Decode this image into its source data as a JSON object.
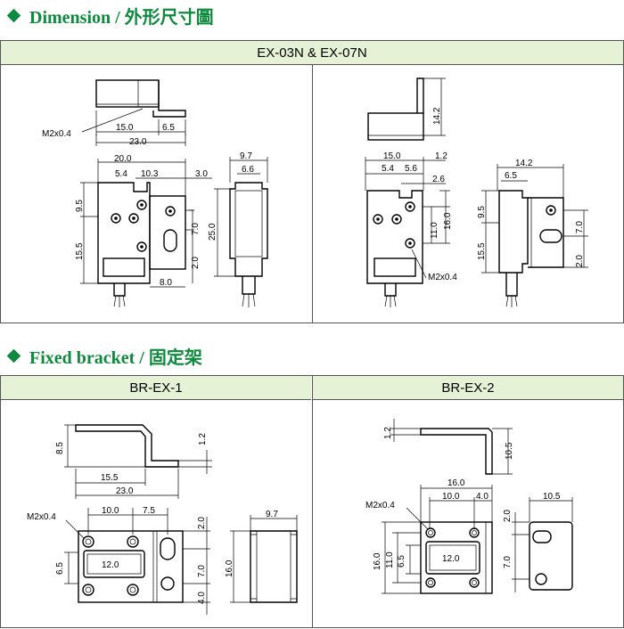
{
  "sections": {
    "dimension": {
      "title": "Dimension / 外形尺寸圖"
    },
    "bracket": {
      "title": "Fixed bracket / 固定架"
    }
  },
  "panels": {
    "ex": {
      "title": "EX-03N & EX-07N"
    },
    "br1": {
      "title": "BR-EX-1"
    },
    "br2": {
      "title": "BR-EX-2"
    }
  },
  "dims": {
    "ex_left": {
      "d15": "15.0",
      "d6_5": "6.5",
      "d23": "23.0",
      "m2": "M2x0.4",
      "d20": "20.0",
      "d5_4": "5.4",
      "d10_3": "10.3",
      "d3": "3.0",
      "d9_5": "9.5",
      "d15_5": "15.5",
      "d7": "7.0",
      "d2": "2.0",
      "d8": "8.0",
      "d9_7": "9.7",
      "d6_6": "6.6",
      "d25": "25.0"
    },
    "ex_right": {
      "d14_2": "14.2",
      "d15": "15.0",
      "d1_2": "1.2",
      "d5_4": "5.4",
      "d5_6": "5.6",
      "d2_6": "2.6",
      "d11": "11.0",
      "d16": "16.0",
      "d14_2b": "14.2",
      "d6_5": "6.5",
      "d9_5": "9.5",
      "d15_5": "15.5",
      "d7": "7.0",
      "d2": "2.0",
      "m2": "M2x0.4"
    },
    "br1": {
      "d8_5": "8.5",
      "d15_5": "15.5",
      "d1_2": "1.2",
      "d23": "23.0",
      "m2": "M2x0.4",
      "d10": "10.0",
      "d7_5": "7.5",
      "d2": "2.0",
      "d6_5": "6.5",
      "d12": "12.0",
      "d7": "7.0",
      "d4": "4.0",
      "d16": "16.0",
      "d9_7": "9.7"
    },
    "br2": {
      "d1_2": "1.2",
      "d10_5": "10.5",
      "d16": "16.0",
      "d10": "10.0",
      "d4": "4.0",
      "m2": "M2x0.4",
      "d10_5b": "10.5",
      "d2": "2.0",
      "d16b": "16.0",
      "d11": "11.0",
      "d6_5": "6.5",
      "d12": "12.0",
      "d7": "7.0"
    }
  }
}
